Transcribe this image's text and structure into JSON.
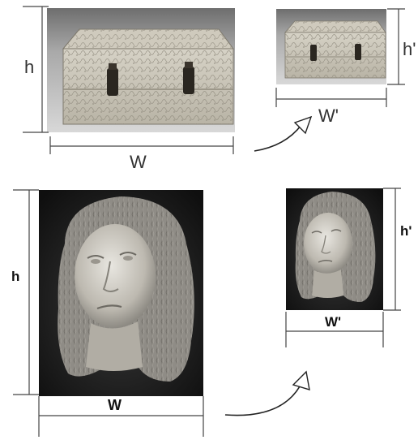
{
  "top": {
    "original": {
      "height_label": "h",
      "width_label": "W"
    },
    "scaled": {
      "height_label": "h'",
      "width_label": "W'"
    }
  },
  "bottom": {
    "original": {
      "height_label": "h",
      "width_label": "W"
    },
    "scaled": {
      "height_label": "h'",
      "width_label": "W'"
    }
  }
}
